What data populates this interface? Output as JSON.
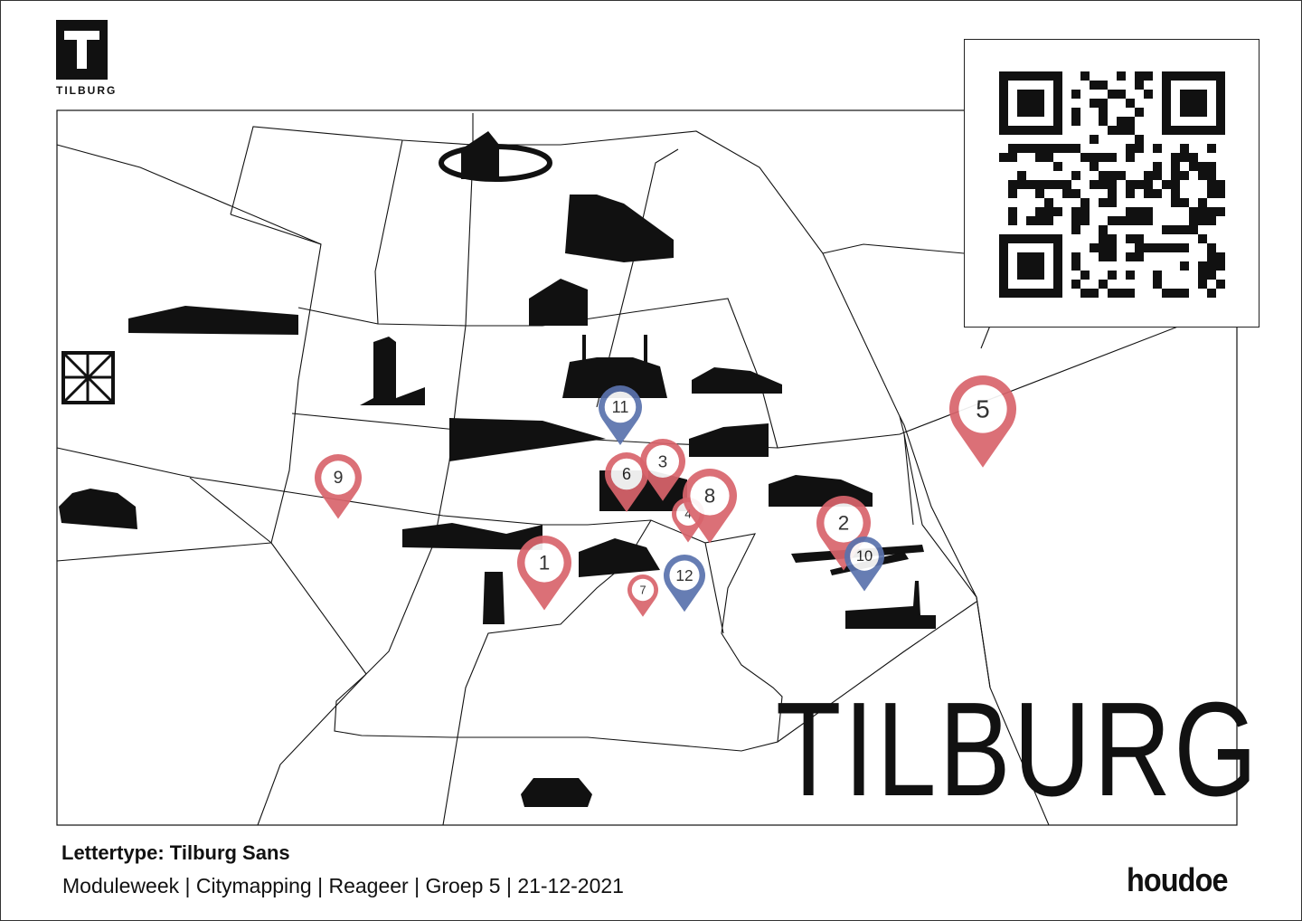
{
  "logo": {
    "text": "TILBURG"
  },
  "title": "TILBURG",
  "footer": {
    "font_label": "Lettertype: Tilburg Sans",
    "meta": "Moduleweek | Citymapping | Reageer | Groep 5 | 21-12-2021"
  },
  "brand": "houdoe",
  "colors": {
    "pin_red": "#d9646c",
    "pin_blue": "#5a72ad",
    "ink": "#111111"
  },
  "pins": [
    {
      "label": "1",
      "color": "red"
    },
    {
      "label": "2",
      "color": "red"
    },
    {
      "label": "3",
      "color": "red"
    },
    {
      "label": "4",
      "color": "red"
    },
    {
      "label": "5",
      "color": "red"
    },
    {
      "label": "6",
      "color": "red"
    },
    {
      "label": "7",
      "color": "red"
    },
    {
      "label": "8",
      "color": "red"
    },
    {
      "label": "9",
      "color": "red"
    },
    {
      "label": "10",
      "color": "blue"
    },
    {
      "label": "11",
      "color": "blue"
    },
    {
      "label": "12",
      "color": "blue"
    }
  ]
}
